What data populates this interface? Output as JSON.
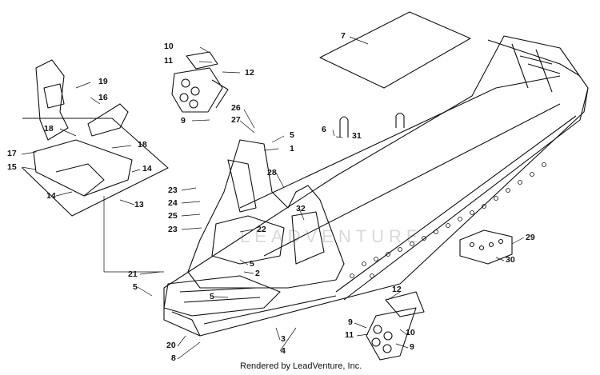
{
  "credit": "Rendered by LeadVenture, Inc.",
  "watermark": "LEADVENTURE",
  "colors": {
    "line": "#111111",
    "paper": "#ffffff",
    "watermark": "#d9d9d9"
  },
  "callouts": {
    "c7": "7",
    "c10a": "10",
    "c11a": "11",
    "c12a": "12",
    "c9a": "9",
    "c19": "19",
    "c16": "16",
    "c26": "26",
    "c27": "27",
    "c5a": "5",
    "c1": "1",
    "c6": "6",
    "c31": "31",
    "c18a": "18",
    "c18b": "18",
    "c17": "17",
    "c15": "15",
    "c14a": "14",
    "c14b": "14",
    "c13": "13",
    "c28": "28",
    "c23a": "23",
    "c24": "24",
    "c25": "25",
    "c23b": "23",
    "c32": "32",
    "c22": "22",
    "c29": "29",
    "c30": "30",
    "c5b": "5",
    "c21": "21",
    "c5c": "5",
    "c2": "2",
    "c5d": "5",
    "c12b": "12",
    "c9b": "9",
    "c11b": "11",
    "c10b": "10",
    "c9c": "9",
    "c20": "20",
    "c8": "8",
    "c3": "3",
    "c4": "4"
  }
}
